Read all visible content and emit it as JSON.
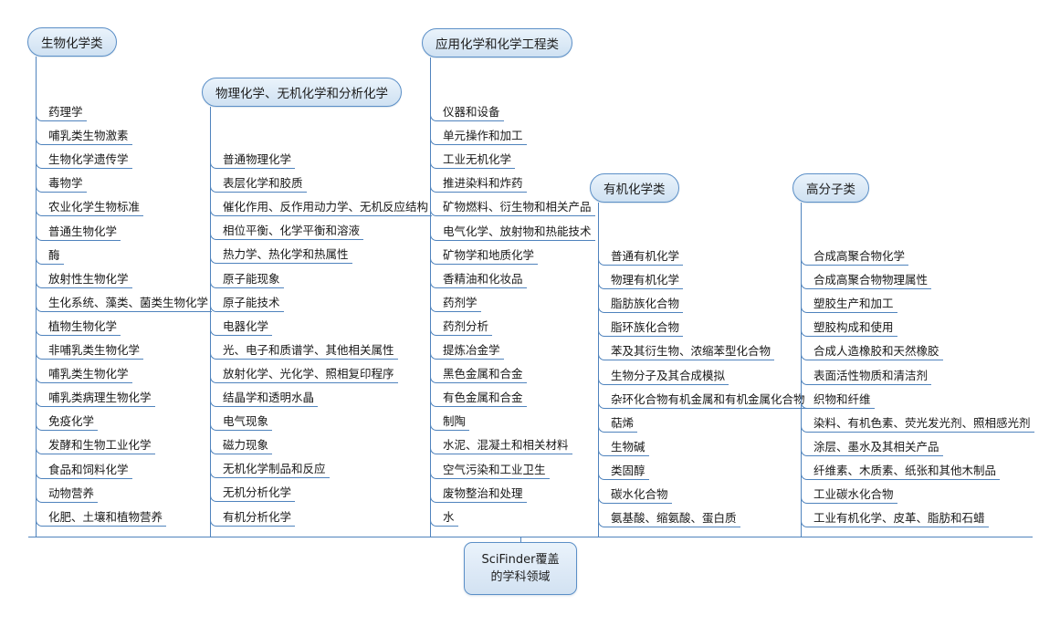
{
  "diagram": {
    "root": {
      "label": "SciFinder覆盖\n的学科领域",
      "line1": "SciFinder覆盖",
      "line2": "的学科领域"
    },
    "colors": {
      "line": "#4f83bd",
      "node_border": "#5b8fc7",
      "node_fill": "#dbe9f6",
      "text": "#1a1a1a",
      "background": "#ffffff"
    },
    "branches": [
      {
        "id": "biochemistry",
        "title": "生物化学类",
        "items": [
          "药理学",
          "哺乳类生物激素",
          "生物化学遗传学",
          "毒物学",
          "农业化学生物标准",
          "普通生物化学",
          "酶",
          "放射性生物化学",
          "生化系统、藻类、菌类生物化学",
          "植物生物化学",
          "非哺乳类生物化学",
          "哺乳类生物化学",
          "哺乳类病理生物化学",
          "免疫化学",
          "发酵和生物工业化学",
          "食品和饲料化学",
          "动物营养",
          "化肥、土壤和植物营养"
        ]
      },
      {
        "id": "physical-inorganic-analytical",
        "title": "物理化学、无机化学和分析化学",
        "items": [
          "普通物理化学",
          "表层化学和胶质",
          "催化作用、反作用动力学、无机反应结构",
          "相位平衡、化学平衡和溶液",
          "热力学、热化学和热属性",
          "原子能现象",
          "原子能技术",
          "电器化学",
          "光、电子和质谱学、其他相关属性",
          "放射化学、光化学、照相复印程序",
          "结晶学和透明水晶",
          "电气现象",
          "磁力现象",
          "无机化学制品和反应",
          "无机分析化学",
          "有机分析化学"
        ]
      },
      {
        "id": "applied-chemistry-engineering",
        "title": "应用化学和化学工程类",
        "items": [
          "仪器和设备",
          "单元操作和加工",
          "工业无机化学",
          "推进染料和炸药",
          "矿物燃料、衍生物和相关产品",
          "电气化学、放射物和热能技术",
          "矿物学和地质化学",
          "香精油和化妆品",
          "药剂学",
          "药剂分析",
          "提炼冶金学",
          "黑色金属和合金",
          "有色金属和合金",
          "制陶",
          "水泥、混凝土和相关材料",
          "空气污染和工业卫生",
          "废物整治和处理",
          "水"
        ]
      },
      {
        "id": "organic-chemistry",
        "title": "有机化学类",
        "items": [
          "普通有机化学",
          "物理有机化学",
          "脂肪族化合物",
          "脂环族化合物",
          "苯及其衍生物、浓缩苯型化合物",
          "生物分子及其合成模拟",
          "杂环化合物有机金属和有机金属化合物",
          "萜烯",
          "生物碱",
          "类固醇",
          "碳水化合物",
          "氨基酸、缩氨酸、蛋白质"
        ]
      },
      {
        "id": "macromolecular",
        "title": "高分子类",
        "items": [
          "合成高聚合物化学",
          "合成高聚合物物理属性",
          "塑胶生产和加工",
          "塑胶构成和使用",
          "合成人造橡胶和天然橡胶",
          "表面活性物质和清洁剂",
          "织物和纤维",
          "染料、有机色素、荧光发光剂、照相感光剂",
          "涂层、墨水及其相关产品",
          "纤维素、木质素、纸张和其他木制品",
          "工业碳水化合物",
          "工业有机化学、皮革、脂肪和石蜡"
        ]
      }
    ]
  }
}
